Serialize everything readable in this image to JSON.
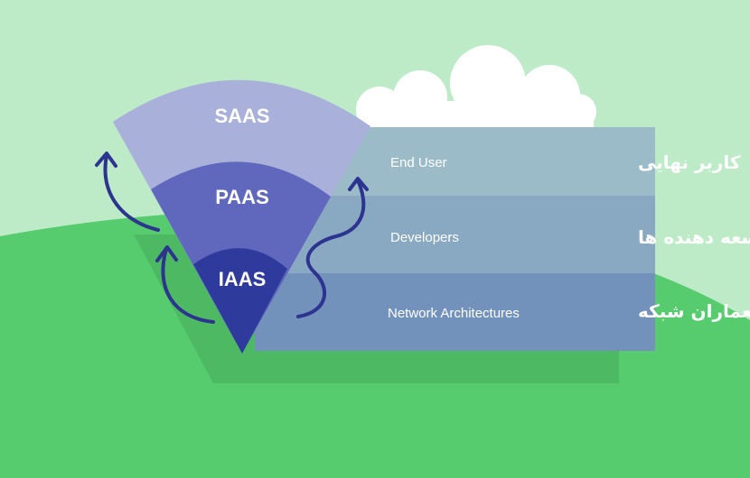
{
  "colors": {
    "sky": "#bdebc8",
    "hill": "#57cc6e",
    "hill_shadow": "#4dba63",
    "cloud": "#ffffff",
    "saas": "#a9b1da",
    "paas": "#5f68bd",
    "iaas": "#2f3b9c",
    "band_top": "#9cbbc9",
    "band_mid": "#89a9c3",
    "band_bottom": "#7392bb",
    "arrow": "#2d3490"
  },
  "layers": [
    {
      "key": "saas",
      "label": "SAAS",
      "en": "End User",
      "fa": "کاربر نهایی"
    },
    {
      "key": "paas",
      "label": "PAAS",
      "en": "Developers",
      "fa": "توسعه دهنده ها"
    },
    {
      "key": "iaas",
      "label": "IAAS",
      "en": "Network Architectures",
      "fa": "معماران شبکه"
    }
  ],
  "icons": [
    "curved-arrow-icon",
    "curved-arrow-icon",
    "wavy-arrow-icon",
    "cloud-icon"
  ]
}
